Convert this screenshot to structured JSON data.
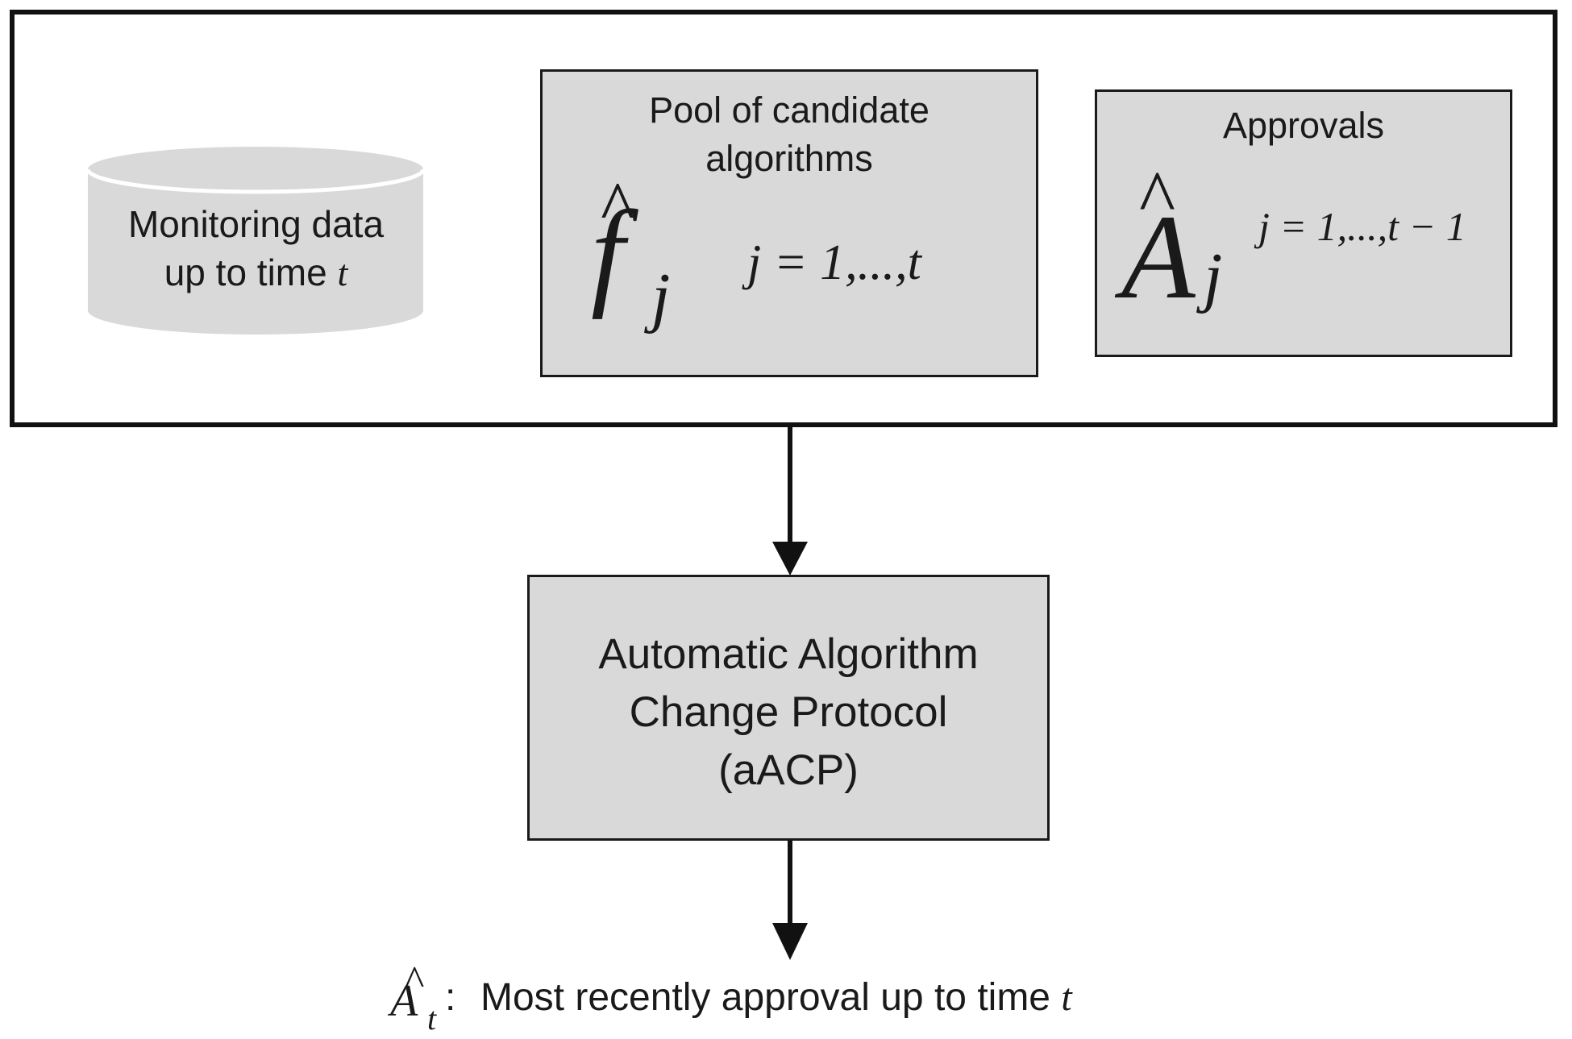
{
  "monitoring": {
    "line1": "Monitoring data",
    "line2_text": "up to time ",
    "line2_var": "t"
  },
  "pool": {
    "title_line1": "Pool of candidate",
    "title_line2": "algorithms",
    "symbol": "f",
    "hat": "^",
    "subscript": "j",
    "range": "j = 1,...,t"
  },
  "approvals": {
    "title": "Approvals",
    "symbol": "A",
    "hat": "^",
    "subscript": "j",
    "range": "j = 1,...,t − 1"
  },
  "aacp": {
    "line1": "Automatic Algorithm",
    "line2": "Change Protocol",
    "line3": "(aACP)"
  },
  "output": {
    "symbol": "A",
    "hat": "^",
    "subscript": "t",
    "colon": ":",
    "text": "Most recently approval up to time ",
    "var": "t"
  },
  "colors": {
    "box_fill": "#d9d9d9",
    "cylinder_fill": "#d9d9d9",
    "stroke": "#111111"
  }
}
